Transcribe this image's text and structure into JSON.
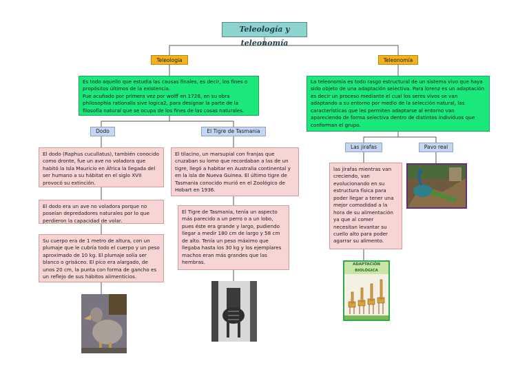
{
  "title": "Teleología y teleonomía",
  "left": {
    "header": "Teleologia",
    "definition": "Es todo aquello que estudia las causas finales, es decir, los fines o propósitos últimos de la existencia.\nFue acuñado por primera vez por wolff en 1728, en su obra philosophia rationalis sive logica2, para designar la parte de la filosofía natural que se ocupa de los fines de las cosas naturales.",
    "dodo": {
      "label": "Dodo",
      "text1": "El dodo (Raphus cucullatus), también conocido como dronte, fue un ave no voladora que habitó la Isla Mauricio en África la llegada del ser humano a su hábitat en el siglo XVII provocó su extinción.",
      "text2": "El dodo era un ave no voladora porque no poseían depredadores naturales por lo que perdieron la capacidad de volar.",
      "text3": "Su cuerpo era de 1 metro de altura, con un plumaje que le cubría todo el cuerpo y un peso aproximado de 10 kg. El plumaje solía ser blanco o grisáceo. El pico era alargado, de unos 20 cm, la punta con forma de gancho es un reflejo de sus hábitos alimenticios."
    },
    "tiger": {
      "label": "El Tigre de Tasmania",
      "text1": "El tilacino, un marsupial con franjas que cruzaban su lomo que recordaban a las de un tigre, llegó a habitar en Australia continental y en la isla de Nueva Guinea. El último tigre de Tasmania conocido murió en el Zoológico de Hobart en 1936.",
      "text2": "El Tigre de Tasmania, tenía un aspecto más parecido a un perro o a un lobo, pues éste era grande y largo, pudiendo llegar a medir 180 cm de largo y 58 cm de alto. Tenía un peso máximo que llegaba hasta los 30 kg y los ejemplares machos eran más grandes que las hembras."
    }
  },
  "right": {
    "header": "Teleonomía",
    "definition": "La teleonomía es todo rasgo estructural de un sistema vivo que haya sido objeto de una adaptación selectiva. Para lorenz es un adaptación es decir un proceso mediante el cual los seres vivos se van adaptando a su entorno por medio de la selección natural, las características que les permiten adaptarse al entorno van apareciendo de forma selectiva dentro de distintos individuos que conforman el grupo.",
    "giraffes": {
      "label": "Las jirafas",
      "text": "las jirafas mientras van creciendo, van evolucionando en su estructura física para poder llegar a tener una mejor comodidad a la hora de su alimentación ya que al comer necesitan levantar su cuello alto para poder agarrar su alimento.",
      "poster_title": "ADAPTACIÓN BIOLÓGICA"
    },
    "peacock": {
      "label": "Pavo real"
    }
  },
  "colors": {
    "title_bg": "#8fd3cf",
    "branch_bg": "#f2b31c",
    "definition_bg": "#1ae87a",
    "sub_bg": "#c5d7f0",
    "detail_bg": "#f7d5d5"
  }
}
